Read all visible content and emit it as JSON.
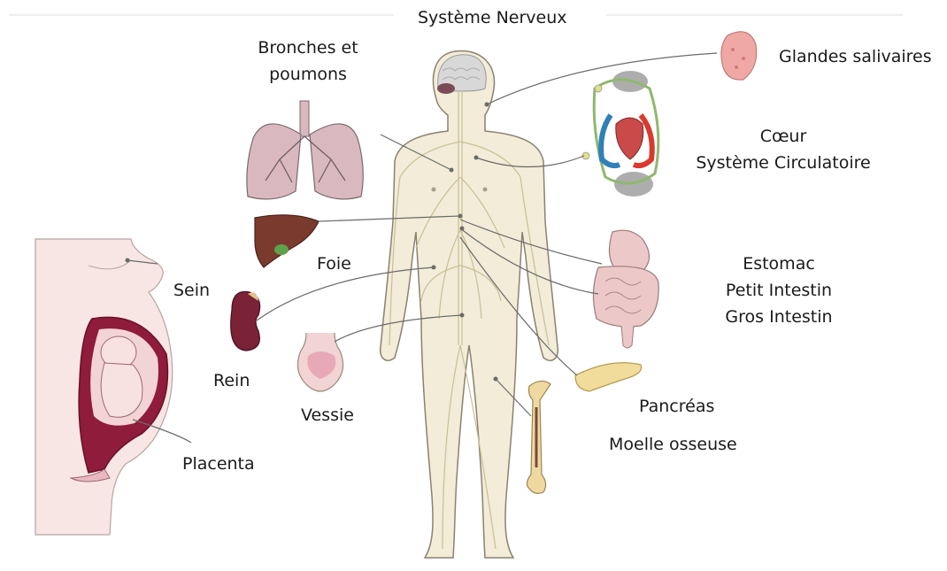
{
  "labels": {
    "nervous_system": "Système Nerveux",
    "lungs_line1": "Bronches et",
    "lungs_line2": "poumons",
    "salivary": "Glandes salivaires",
    "heart": "Cœur",
    "circulatory": "Système Circulatoire",
    "liver": "Foie",
    "breast": "Sein",
    "kidney": "Rein",
    "bladder": "Vessie",
    "placenta": "Placenta",
    "stomach": "Estomac",
    "small_intestine": "Petit Intestin",
    "large_intestine": "Gros Intestin",
    "pancreas": "Pancréas",
    "bone_marrow": "Moelle osseuse"
  },
  "colors": {
    "body_fill": "#f2ecd8",
    "body_outline": "#8a8270",
    "nerves": "#c9bf94",
    "leader_lines": "#6a6a6a",
    "lung": "#d9b8c0",
    "liver": "#7a3b2e",
    "kidney": "#7a2236",
    "bladder": "#e7a9b8",
    "pregnant_body": "#f7e6e4",
    "uterus": "#8e1c3a",
    "stomach": "#ecc9c8",
    "pancreas": "#f1dc9c",
    "bone": "#f0d9a0",
    "salivary": "#f0a8a5",
    "artery": "#d93a2e",
    "vein": "#2f7fb8"
  }
}
